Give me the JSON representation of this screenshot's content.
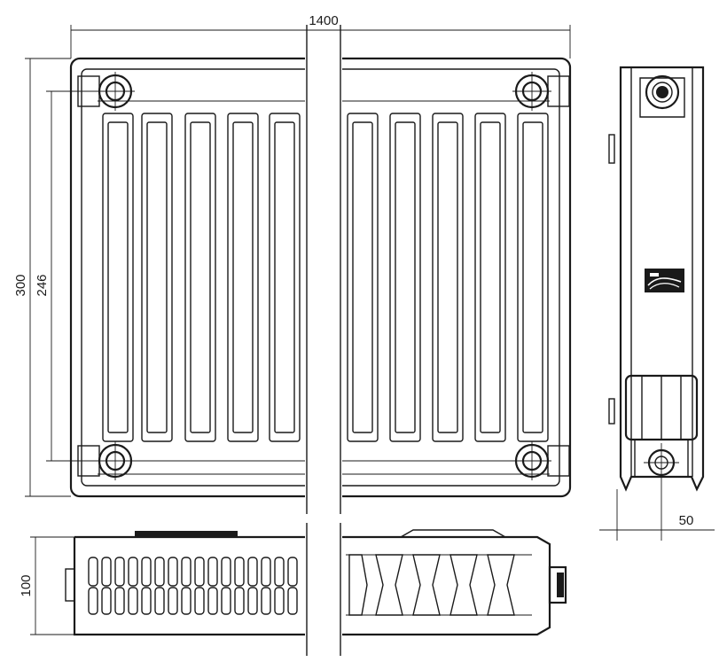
{
  "dimensions": {
    "overall_width": "1400",
    "overall_height": "300",
    "connection_spacing": "246",
    "depth": "100",
    "wall_offset": "50"
  },
  "views": [
    "front-view",
    "side-view",
    "top-view"
  ],
  "colors": {
    "line": "#1a1a1a",
    "background": "#ffffff"
  }
}
